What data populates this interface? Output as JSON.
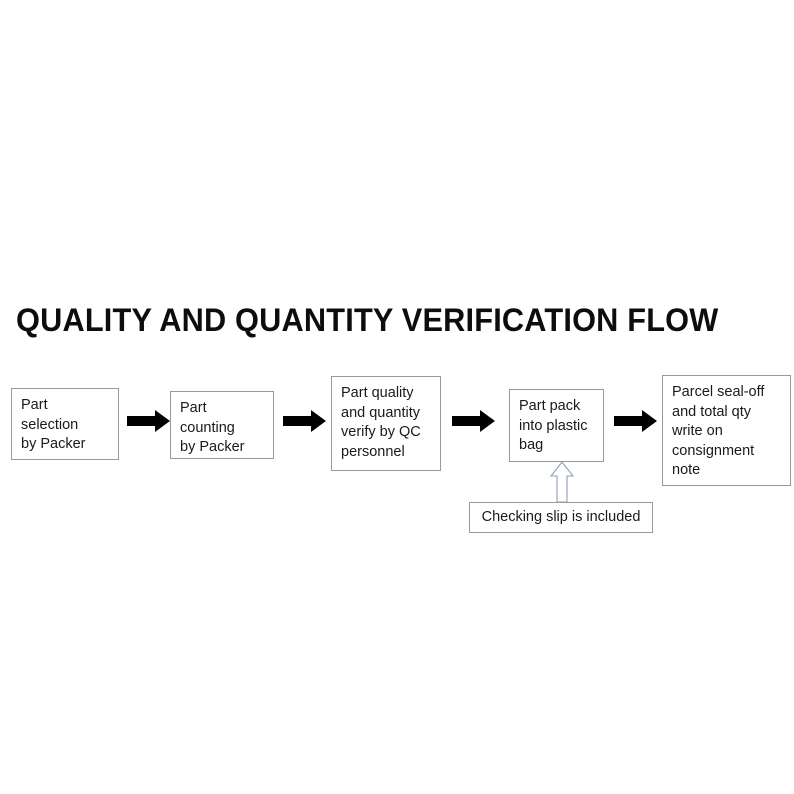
{
  "diagram": {
    "title": "QUALITY AND QUANTITY VERIFICATION FLOW",
    "background_color": "#ffffff",
    "box_border_color": "#9a9a9a",
    "box_fill_color": "#ffffff",
    "arrow_color": "#000000",
    "hollow_arrow_outline_color": "#8ea0b5",
    "hollow_arrow_fill_color": "#ffffff",
    "text_color": "#1a1a1a",
    "steps": [
      {
        "id": "step-1",
        "label": "Part\nselection\nby Packer"
      },
      {
        "id": "step-2",
        "label": "Part\ncounting\nby Packer"
      },
      {
        "id": "step-3",
        "label": "Part quality\nand quantity\nverify by QC\npersonnel"
      },
      {
        "id": "step-4",
        "label": "Part pack\ninto plastic\nbag"
      },
      {
        "id": "step-5",
        "label": "Parcel seal-off\nand total qty\nwrite on\nconsignment\nnote"
      }
    ],
    "notes": [
      {
        "id": "note-1",
        "label": "Checking slip is included",
        "attaches_to": "step-4"
      }
    ],
    "connectors": [
      {
        "id": "connector-1",
        "from": "step-1",
        "to": "step-2",
        "kind": "solid-right-arrow"
      },
      {
        "id": "connector-2",
        "from": "step-2",
        "to": "step-3",
        "kind": "solid-right-arrow"
      },
      {
        "id": "connector-3",
        "from": "step-3",
        "to": "step-4",
        "kind": "solid-right-arrow"
      },
      {
        "id": "connector-4",
        "from": "step-4",
        "to": "step-5",
        "kind": "solid-right-arrow"
      },
      {
        "id": "connector-5",
        "from": "note-1",
        "to": "step-4",
        "kind": "hollow-up-arrow"
      }
    ]
  }
}
